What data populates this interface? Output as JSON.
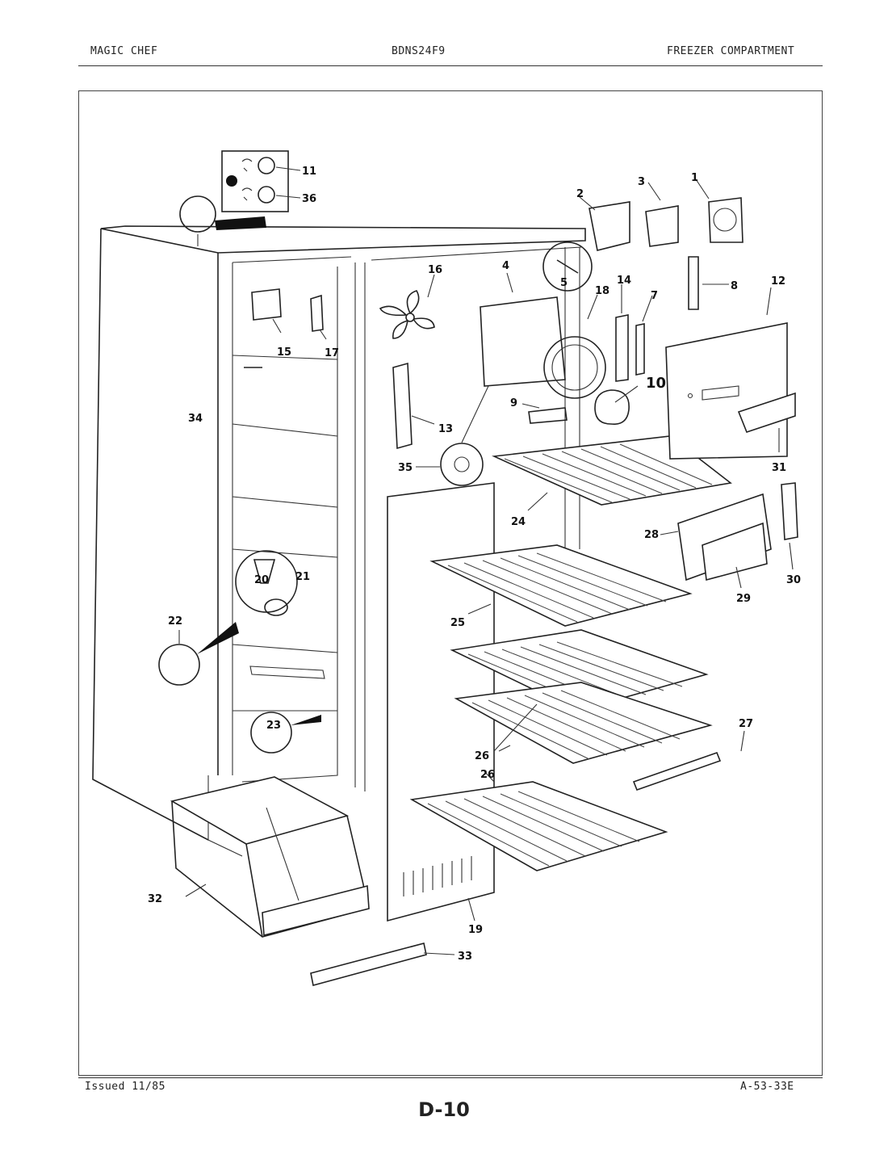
{
  "header": {
    "brand": "MAGIC CHEF",
    "model": "BDNS24F9",
    "section": "FREEZER COMPARTMENT"
  },
  "footer": {
    "issued": "Issued 11/85",
    "code": "A-53-33E",
    "page": "D-10"
  },
  "parts": {
    "p1": "1",
    "p2": "2",
    "p3": "3",
    "p4": "4",
    "p5": "5",
    "p7": "7",
    "p8": "8",
    "p9": "9",
    "p10": "10",
    "p11": "11",
    "p12": "12",
    "p13": "13",
    "p14": "14",
    "p15": "15",
    "p16": "16",
    "p17": "17",
    "p18": "18",
    "p19": "19",
    "p20": "20",
    "p21": "21",
    "p22": "22",
    "p23": "23",
    "p24": "24",
    "p25": "25",
    "p26": "26",
    "p26b": "26",
    "p27": "27",
    "p28": "28",
    "p29": "29",
    "p30": "30",
    "p31": "31",
    "p32": "32",
    "p33": "33",
    "p34": "34",
    "p35": "35",
    "p36": "36"
  }
}
